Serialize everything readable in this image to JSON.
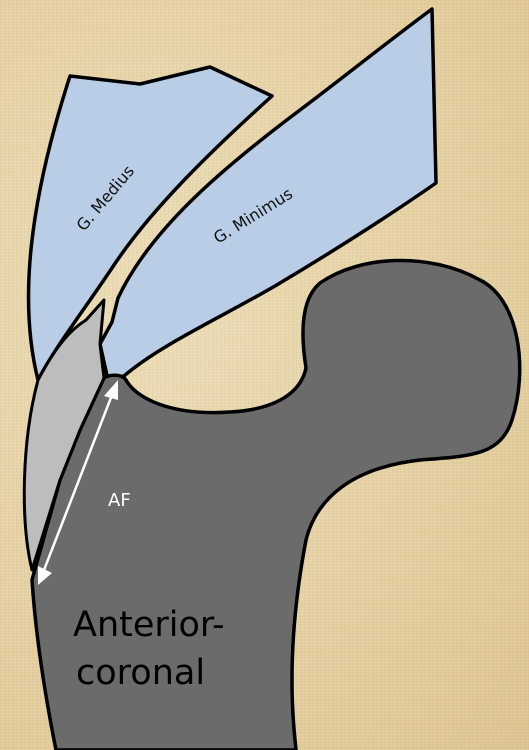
{
  "labels": {
    "gluteus_medius": "G. Medius",
    "gluteus_minimus": "G. Minimus",
    "measurement": "AF",
    "region_line1": "Anterior-",
    "region_line2": "coronal"
  },
  "colors": {
    "background": "#e6d2a6",
    "muscle_fill": "#b9cde6",
    "femur_fill": "#6b6b6b",
    "cartilage_fill": "#bdbdbd",
    "outline": "#000000",
    "arrow": "#ffffff"
  }
}
